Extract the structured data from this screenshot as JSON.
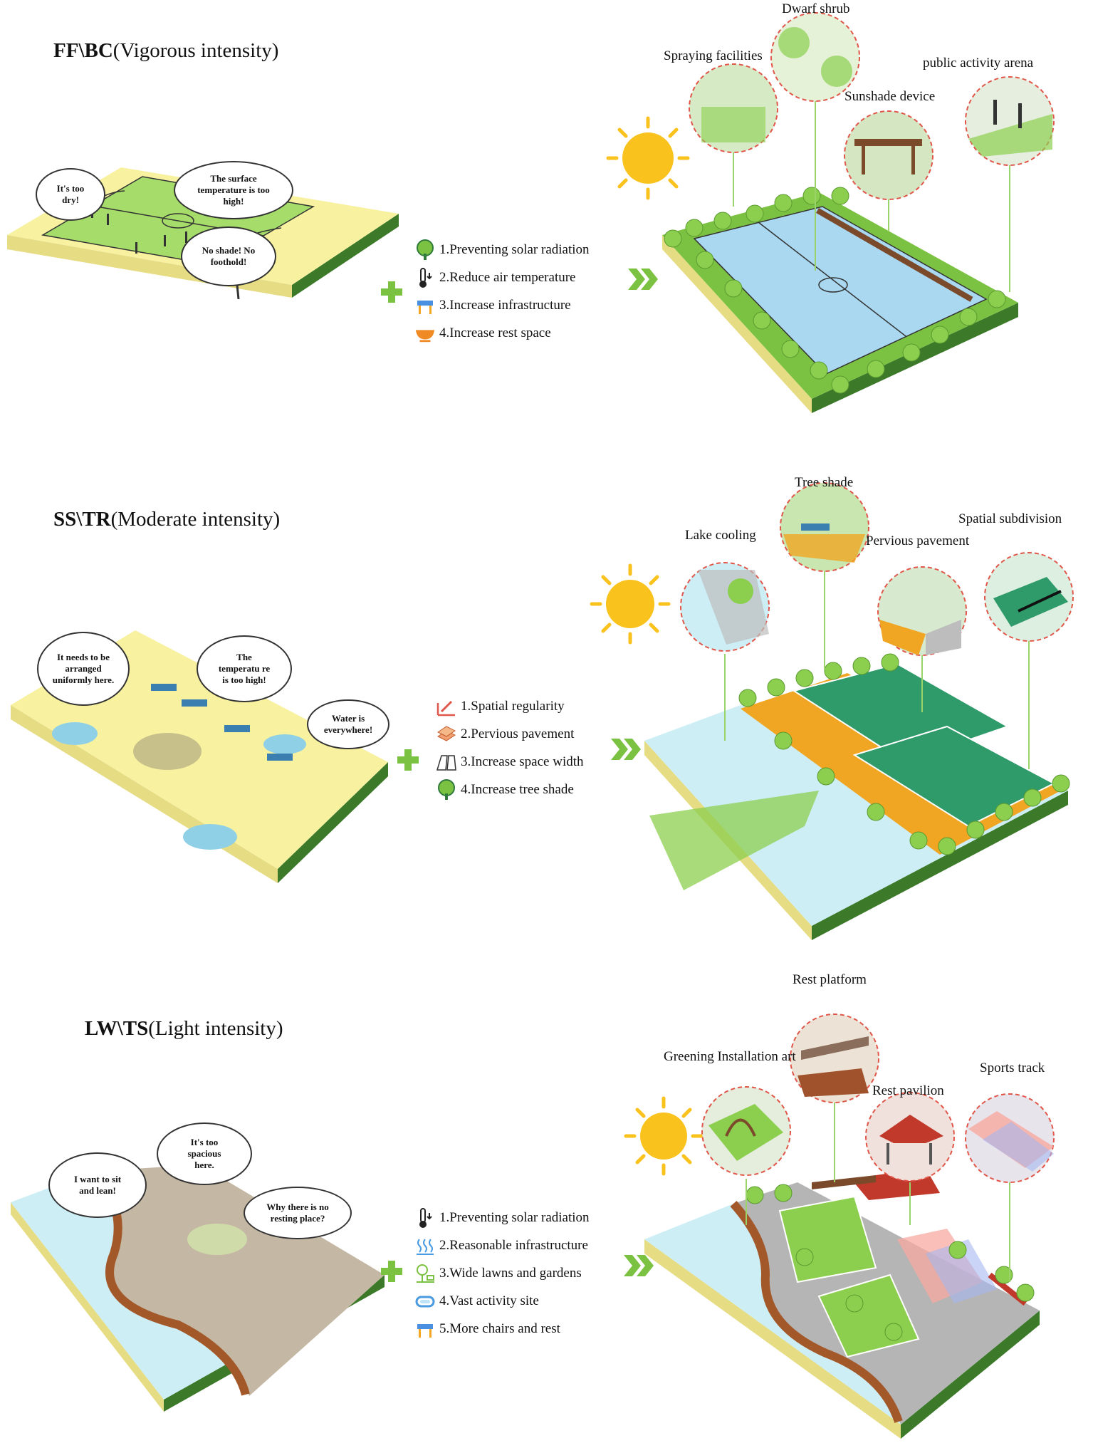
{
  "sections": [
    {
      "id": "ff-bc",
      "title_bold": "FF\\BC",
      "title_rest": "(Vigorous intensity)",
      "bubbles": [
        "It's too dry!",
        "The surface temperature is too high!",
        "No shade! No foothold!"
      ],
      "measures": [
        {
          "icon": "tree-icon",
          "label": "1.Preventing solar radiation"
        },
        {
          "icon": "thermometer-icon",
          "label": "2.Reduce air temperature"
        },
        {
          "icon": "bench-icon",
          "label": "3.Increase infrastructure"
        },
        {
          "icon": "bowl-icon",
          "label": "4.Increase rest space"
        }
      ],
      "callouts": [
        "Dwarf shrub",
        "Spraying facilities",
        "Sunshade device",
        "public activity arena"
      ]
    },
    {
      "id": "ss-tr",
      "title_bold": "SS\\TR",
      "title_rest": "(Moderate intensity)",
      "bubbles": [
        "It needs to be arranged uniformly here.",
        "The temperatu re is too high!",
        "Water is everywhere!"
      ],
      "measures": [
        {
          "icon": "ruler-icon",
          "label": "1.Spatial regularity"
        },
        {
          "icon": "pavement-icon",
          "label": "2.Pervious pavement"
        },
        {
          "icon": "width-icon",
          "label": "3.Increase space width"
        },
        {
          "icon": "tree-icon",
          "label": "4.Increase tree shade"
        }
      ],
      "callouts": [
        "Tree shade",
        "Lake cooling",
        "Spatial subdivision",
        "Pervious pavement"
      ]
    },
    {
      "id": "lw-ts",
      "title_bold": "LW\\TS",
      "title_rest": "(Light intensity)",
      "bubbles": [
        "I want to sit and lean!",
        "It's too spacious here.",
        "Why there is no resting place?"
      ],
      "measures": [
        {
          "icon": "thermometer-icon",
          "label": "1.Preventing solar radiation"
        },
        {
          "icon": "heat-waves-icon",
          "label": "2.Reasonable infrastructure"
        },
        {
          "icon": "garden-icon",
          "label": "3.Wide lawns and gardens"
        },
        {
          "icon": "track-icon",
          "label": "4.Vast activity site"
        },
        {
          "icon": "bench-icon",
          "label": "5.More chairs and rest"
        }
      ],
      "callouts": [
        "Rest platform",
        "Greening Installation art",
        "Sports track",
        "Rest pavilion"
      ]
    }
  ],
  "colors": {
    "grass": "#a6dd6a",
    "sand": "#f7f1a0",
    "water": "#cdeef5",
    "court": "#a9d8f0",
    "orange": "#f5a623",
    "sun": "#f9c21c",
    "accent_green": "#7cc242",
    "dashed_red": "#e0574a"
  }
}
